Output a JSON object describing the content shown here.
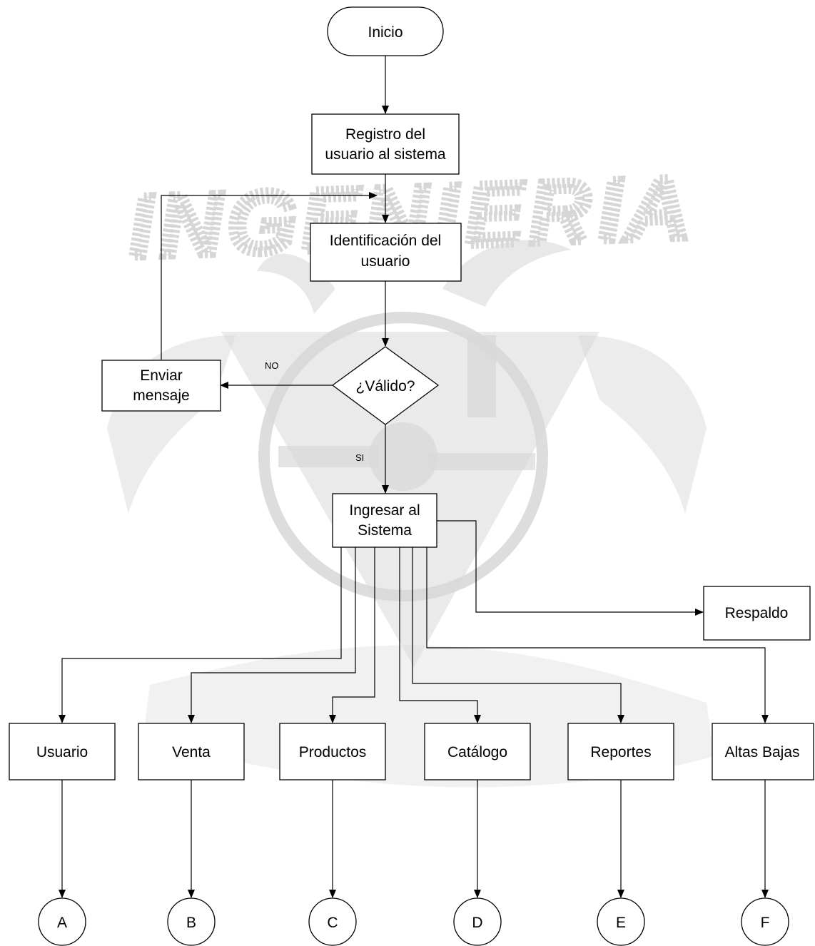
{
  "nodes": {
    "start": "Inicio",
    "register": [
      "Registro del",
      "usuario al sistema"
    ],
    "identify": [
      "Identificación del",
      "usuario"
    ],
    "decision": "¿Válido?",
    "send_message": [
      "Enviar",
      "mensaje"
    ],
    "enter": [
      "Ingresar al",
      "Sistema"
    ],
    "backup": "Respaldo",
    "modules": [
      "Usuario",
      "Venta",
      "Productos",
      "Catálogo",
      "Reportes",
      "Altas Bajas"
    ],
    "connectors": [
      "A",
      "B",
      "C",
      "D",
      "E",
      "F"
    ]
  },
  "edge_labels": {
    "no": "NO",
    "yes": "SI"
  },
  "watermark": {
    "text": "INGENIERIA",
    "icon": "unam-eagle-emblem-icon"
  },
  "colors": {
    "line": "#000000",
    "watermark": "#d2d2d2",
    "background": "#ffffff"
  }
}
